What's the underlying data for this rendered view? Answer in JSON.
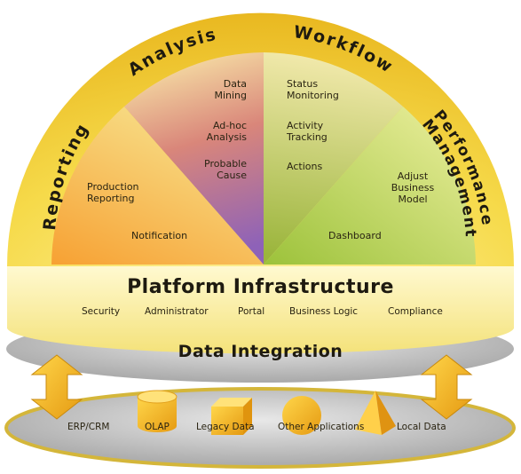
{
  "sectors": {
    "reporting": "Reporting",
    "analysis": "Analysis",
    "workflow": "Workflow",
    "performance": "Performance\nManagement"
  },
  "reporting_items": {
    "production": "Production\nReporting",
    "notification": "Notification"
  },
  "analysis_items": {
    "data_mining": "Data\nMining",
    "adhoc": "Ad-hoc\nAnalysis",
    "probable_cause": "Probable\nCause"
  },
  "workflow_items": {
    "status": "Status\nMonitoring",
    "activity": "Activity\nTracking",
    "actions": "Actions"
  },
  "performance_items": {
    "adjust": "Adjust\nBusiness\nModel",
    "dashboard": "Dashboard"
  },
  "platform": {
    "title": "Platform Infrastructure",
    "items": [
      "Security",
      "Administrator",
      "Portal",
      "Business Logic",
      "Compliance"
    ]
  },
  "integration": {
    "title": "Data Integration"
  },
  "sources": [
    "ERP/CRM",
    "OLAP",
    "Legacy Data",
    "Other Applications",
    "Local Data"
  ],
  "icons": {
    "olap": "cylinder-icon",
    "legacy": "cube-icon",
    "other": "sphere-icon",
    "local": "pyramid-icon",
    "arrows": "double-arrow-icon"
  },
  "colors": {
    "dome_yellow": "#f4d23a",
    "orange": "#f39a2e",
    "violet": "#9a6ab4",
    "green": "#a8c43a",
    "gray_disc": "#bdbdbd"
  }
}
